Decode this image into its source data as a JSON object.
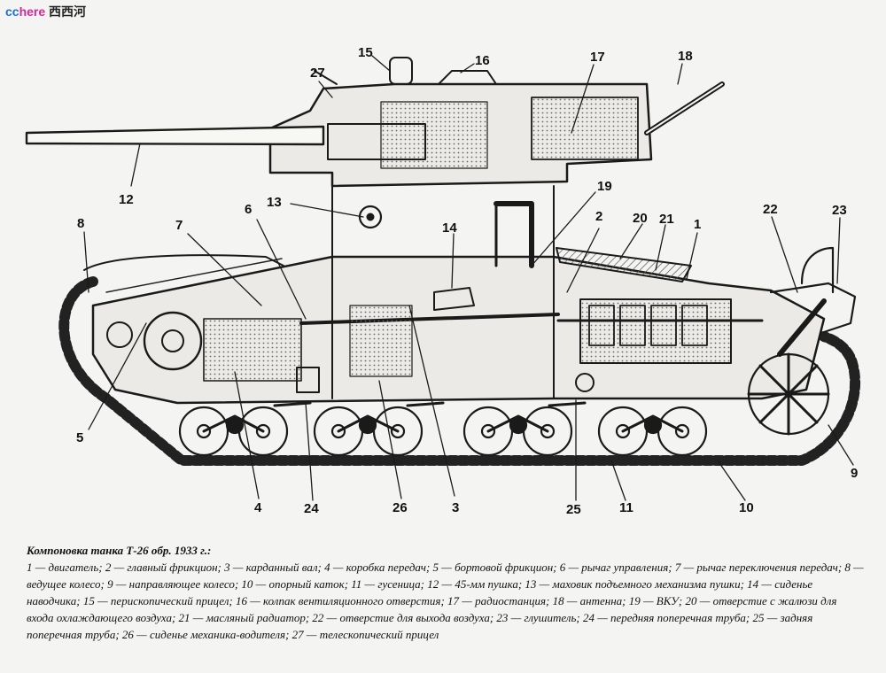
{
  "watermark": {
    "part1": "cc",
    "part2": "here",
    "part3": "西西河"
  },
  "callouts": [
    {
      "id": "c1",
      "label": "1"
    },
    {
      "id": "c2",
      "label": "2"
    },
    {
      "id": "c3",
      "label": "3"
    },
    {
      "id": "c4",
      "label": "4"
    },
    {
      "id": "c5",
      "label": "5"
    },
    {
      "id": "c6",
      "label": "6"
    },
    {
      "id": "c7",
      "label": "7"
    },
    {
      "id": "c8",
      "label": "8"
    },
    {
      "id": "c9",
      "label": "9"
    },
    {
      "id": "c10",
      "label": "10"
    },
    {
      "id": "c11",
      "label": "11"
    },
    {
      "id": "c12",
      "label": "12"
    },
    {
      "id": "c13",
      "label": "13"
    },
    {
      "id": "c14",
      "label": "14"
    },
    {
      "id": "c15",
      "label": "15"
    },
    {
      "id": "c16",
      "label": "16"
    },
    {
      "id": "c17",
      "label": "17"
    },
    {
      "id": "c18",
      "label": "18"
    },
    {
      "id": "c19",
      "label": "19"
    },
    {
      "id": "c20",
      "label": "20"
    },
    {
      "id": "c21",
      "label": "21"
    },
    {
      "id": "c22",
      "label": "22"
    },
    {
      "id": "c23",
      "label": "23"
    },
    {
      "id": "c24",
      "label": "24"
    },
    {
      "id": "c25",
      "label": "25"
    },
    {
      "id": "c26",
      "label": "26"
    },
    {
      "id": "c27",
      "label": "27"
    }
  ],
  "caption": {
    "title": "Компоновка танка Т-26 обр. 1933 г.:",
    "body": "1 — двигатель; 2 — главный фрикцион; 3 — карданный вал; 4 — коробка передач; 5 — бортовой фрикцион; 6 — рычаг управления; 7 — рычаг переключения передач; 8 — ведущее колесо; 9 — направляющее колесо; 10 — опорный каток; 11 — гусеница; 12 — 45-мм пушка; 13 — маховик подъемного механизма пушки; 14 — сиденье наводчика; 15 — перископический прицел; 16 — колпак вентиляционного отверстия; 17 — радиостанция; 18 — антенна; 19 — ВКУ; 20 — отверстие с жалюзи для входа охлаждающего воздуха; 21 — масляный радиатор; 22 — отверстие для выхода воздуха; 23 — глушитель; 24 — передняя поперечная труба; 25 — задняя поперечная труба; 26 — сиденье механика-водителя; 27 — телескопический прицел"
  }
}
